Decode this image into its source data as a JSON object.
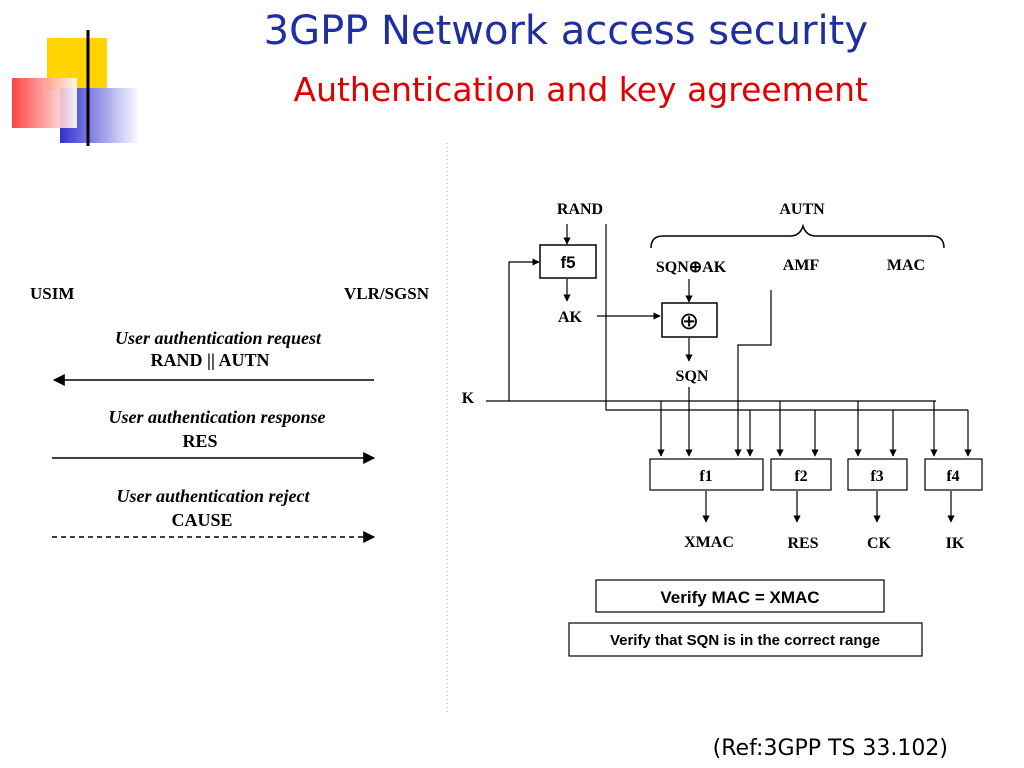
{
  "slide": {
    "title": "3GPP Network access security",
    "subtitle": "Authentication and key agreement",
    "reference": "(Ref:3GPP TS 33.102)"
  },
  "colors": {
    "title": "#1f2fa0",
    "subtitle": "#e00000",
    "logo_yellow": "#ffd400",
    "logo_red": "#ff4040",
    "logo_blue": "#3838d0"
  },
  "sequence": {
    "left_party": "USIM",
    "right_party": "VLR/SGSN",
    "messages": [
      {
        "name": "User authentication request",
        "params": "RAND || AUTN",
        "direction": "to-left",
        "style": "solid"
      },
      {
        "name": "User authentication response",
        "params": "RES",
        "direction": "to-right",
        "style": "solid"
      },
      {
        "name": "User authentication reject",
        "params": "CAUSE",
        "direction": "to-right",
        "style": "dashed"
      }
    ]
  },
  "algorithm": {
    "rand": "RAND",
    "autn": "AUTN",
    "f5": "f5",
    "ak": "AK",
    "sqn_xor_ak": "SQN⊕AK",
    "amf": "AMF",
    "mac": "MAC",
    "xor_symbol": "⊕",
    "sqn": "SQN",
    "k": "K",
    "functions": [
      "f1",
      "f2",
      "f3",
      "f4"
    ],
    "outputs": [
      "XMAC",
      "RES",
      "CK",
      "IK"
    ],
    "verify_mac": "Verify MAC = XMAC",
    "verify_sqn": "Verify that SQN is in the correct range"
  }
}
